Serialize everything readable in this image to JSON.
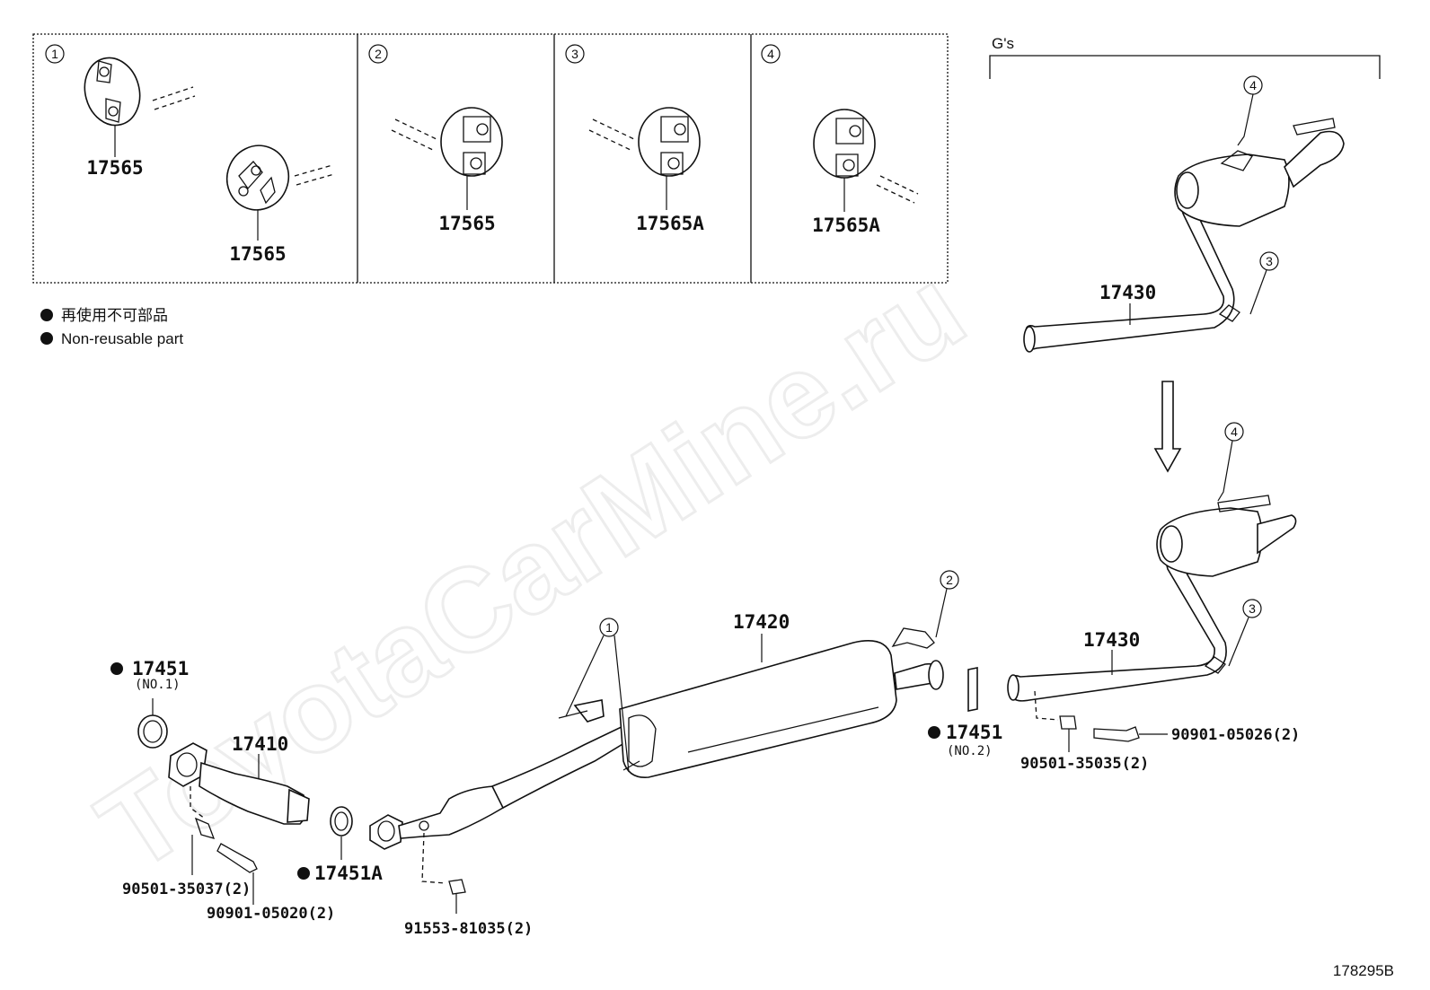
{
  "diagram": {
    "watermark": "ToyotaCarMine.ru",
    "figure_id": "178295B",
    "variant_label": "G's",
    "legend": {
      "line_jp": "再使用不可部品",
      "line_en": "Non-reusable part"
    },
    "detail_boxes": [
      {
        "num": "1",
        "labels": [
          "17565",
          "17565"
        ]
      },
      {
        "num": "2",
        "labels": [
          "17565"
        ]
      },
      {
        "num": "3",
        "labels": [
          "17565A"
        ]
      },
      {
        "num": "4",
        "labels": [
          "17565A"
        ]
      }
    ],
    "callouts": {
      "c1": "1",
      "c2": "2",
      "c3_top": "3",
      "c4_top": "4",
      "c3_bot": "3",
      "c4_bot": "4"
    },
    "parts": {
      "p17430_top": "17430",
      "p17420": "17420",
      "p17430_bot": "17430",
      "p17451_no1": "17451",
      "p17451_no1_sub": "(NO.1)",
      "p17410": "17410",
      "p17451_no2": "17451",
      "p17451_no2_sub": "(NO.2)",
      "p17451a": "17451A",
      "p90501_35037": "90501-35037(2)",
      "p90901_05020": "90901-05020(2)",
      "p91553_81035": "91553-81035(2)",
      "p90501_35035": "90501-35035(2)",
      "p90901_05026": "90901-05026(2)"
    }
  }
}
